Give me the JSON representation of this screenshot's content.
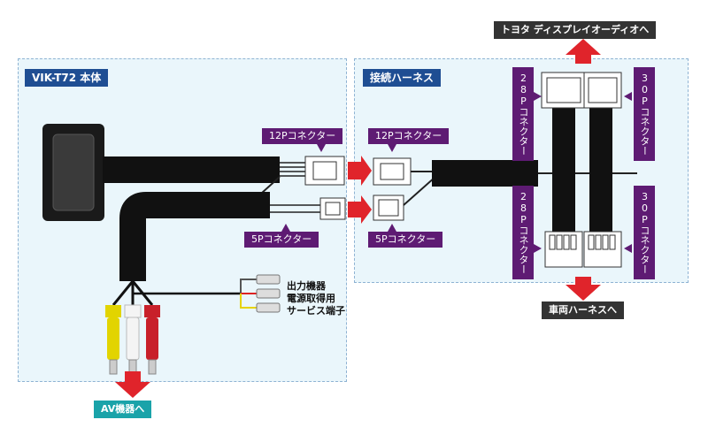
{
  "panels": {
    "main_unit": {
      "title": "VIK-T72 本体"
    },
    "harness": {
      "title": "接続ハーネス"
    }
  },
  "callouts": {
    "unit_12p": "12Pコネクター",
    "unit_5p": "5Pコネクター",
    "harness_12p": "12Pコネクター",
    "harness_5p": "5Pコネクター",
    "top_left_28p": "28Pコネクター",
    "top_right_30p": "30Pコネクター",
    "bottom_left_28p": "28Pコネクター",
    "bottom_right_30p": "30Pコネクター"
  },
  "destinations": {
    "toyota_display": "トヨタ ディスプレイオーディオへ",
    "vehicle_harness": "車両ハーネスへ",
    "av_device": "AV機器へ"
  },
  "service_terminal": {
    "line1": "出力機器",
    "line2": "電源取得用",
    "line3": "サービス端子"
  },
  "colors": {
    "panel_bg": "#eaf6fb",
    "title_navy": "#1f4e93",
    "callout_purple": "#5e1b73",
    "arrow_red": "#e0242b",
    "av_label_teal": "#1aa3a9",
    "dest_dark": "#333333"
  }
}
